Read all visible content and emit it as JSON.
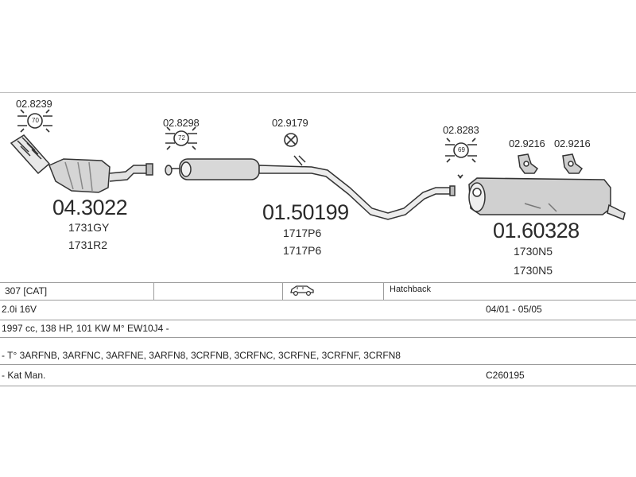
{
  "parts": {
    "clamp_a": "02.8239",
    "clamp_a_badge": "70",
    "clamp_b": "02.8298",
    "clamp_b_badge": "72",
    "clamp_c": "02.9179",
    "clamp_d": "02.8283",
    "clamp_d_badge": "69",
    "hanger_a": "02.9216",
    "hanger_b": "02.9216",
    "catalyst_code": "04.3022",
    "catalyst_ref1": "1731GY",
    "catalyst_ref2": "1731R2",
    "middle_code": "01.50199",
    "middle_ref1": "1717P6",
    "middle_ref2": "1717P6",
    "rear_code": "01.60328",
    "rear_ref1": "1730N5",
    "rear_ref2": "1730N5"
  },
  "info": {
    "model": "307  [CAT]",
    "body_type": "Hatchback",
    "engine": "2.0i 16V",
    "dates": "04/01 - 05/05",
    "specs": "1997 cc, 138 HP, 101 KW M° EW10J4 -",
    "type_codes": "- T° 3ARFNB, 3ARFNC, 3ARFNE, 3ARFN8, 3CRFNB, 3CRFNC, 3CRFNE, 3CRFNF, 3CRFN8",
    "note": "- Kat Man.",
    "catalog_code": "C260195",
    "car_icon": "hatchback-car-icon"
  }
}
